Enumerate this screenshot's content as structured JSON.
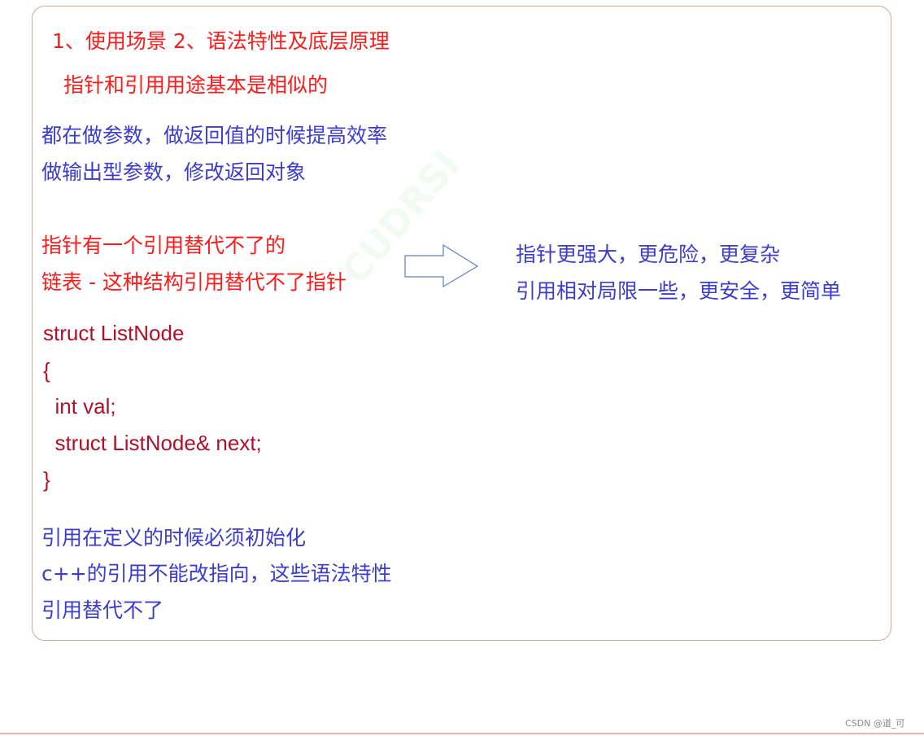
{
  "heading": "1、使用场景  2、语法特性及底层原理",
  "subheading": "指针和引用用途基本是相似的",
  "uses": [
    "都在做参数，做返回值的时候提高效率",
    "做输出型参数，修改返回对象"
  ],
  "pointer_only": [
    "指针有一个引用替代不了的",
    "链表 - 这种结构引用替代不了指针"
  ],
  "code_lines": [
    "struct ListNode",
    "{",
    "  int val;",
    "  struct ListNode& next;",
    "}"
  ],
  "comparison": [
    "指针更强大，更危险，更复杂",
    "引用相对局限一些，更安全，更简单"
  ],
  "reference_traits": [
    "引用在定义的时候必须初始化",
    "c++的引用不能改指向，这些语法特性",
    "引用替代不了"
  ],
  "footer_credit": "CSDN @道_可",
  "icons": {
    "arrow": "right-arrow-outline-icon"
  },
  "colors": {
    "red": "#ff1a1a",
    "blue": "#3c3cd2",
    "code": "#b0102a",
    "border": "#d9a890"
  }
}
